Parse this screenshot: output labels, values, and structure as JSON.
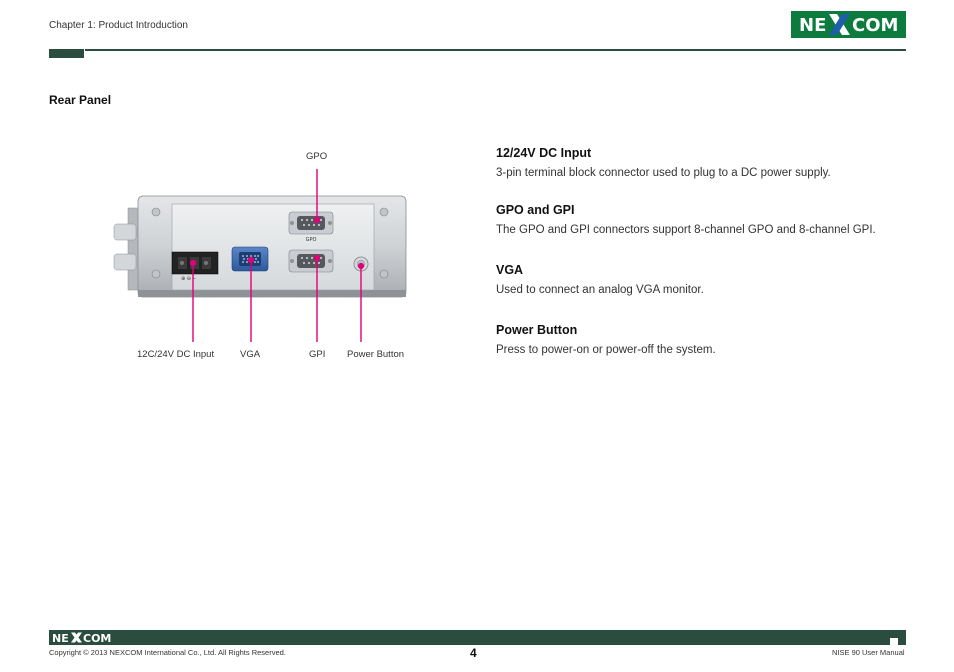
{
  "header": {
    "chapter": "Chapter 1: Product Introduction",
    "logo_text": "NE COM"
  },
  "section_title": "Rear Panel",
  "figure": {
    "callouts": {
      "gpo": "GPO",
      "dc_input": "12C/24V DC Input",
      "vga": "VGA",
      "gpi": "GPI",
      "power_button": "Power Button"
    },
    "port_label_gpo": "GPO",
    "accent_color": "#e0007a"
  },
  "descriptions": [
    {
      "title": "12/24V DC Input",
      "text": "3-pin terminal block connector used to plug to a DC power supply."
    },
    {
      "title": "GPO and GPI",
      "text": "The GPO and GPI connectors support 8-channel GPO and 8-channel GPI."
    },
    {
      "title": "VGA",
      "text": "Used to connect an analog VGA monitor."
    },
    {
      "title": "Power Button",
      "text": "Press to power-on or power-off the system."
    }
  ],
  "footer": {
    "logo_text": "NE COM",
    "copyright": "Copyright © 2013 NEXCOM International Co., Ltd. All Rights Reserved.",
    "page_number": "4",
    "manual_name": "NISE 90 User Manual"
  }
}
